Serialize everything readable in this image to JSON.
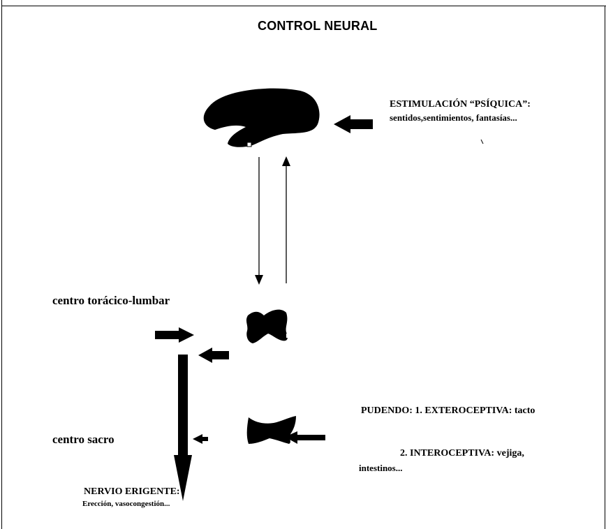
{
  "title": "CONTROL NEURAL",
  "stimulation": {
    "heading": "ESTIMULACIÓN “PSÍQUICA”:",
    "detail": "sentidos,sentimientos, fantasías..."
  },
  "thoracolumbar_label": "centro torácico-lumbar",
  "sacral_label": "centro sacro",
  "pudendal": {
    "line1": "PUDENDO: 1. EXTEROCEPTIVA: tacto",
    "line2": "2. INTEROCEPTIVA: vejiga,",
    "line3": "intestinos..."
  },
  "erigent_nerve": {
    "heading": "NERVIO ERIGENTE:",
    "detail": "Erección, vasocongestión..."
  },
  "colors": {
    "ink": "#000000",
    "paper": "#ffffff"
  }
}
